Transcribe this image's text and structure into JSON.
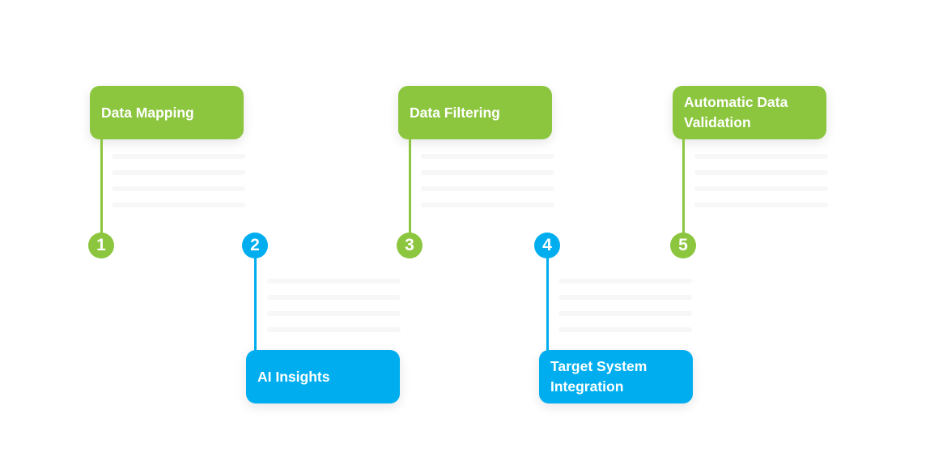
{
  "colors": {
    "green": "#8cc63f",
    "blue": "#00aeef"
  },
  "steps": [
    {
      "number": "1",
      "label": "Data Mapping",
      "color": "green",
      "position": "top"
    },
    {
      "number": "2",
      "label": "AI Insights",
      "color": "blue",
      "position": "bottom"
    },
    {
      "number": "3",
      "label": "Data Filtering",
      "color": "green",
      "position": "top"
    },
    {
      "number": "4",
      "label": "Target System Integration",
      "color": "blue",
      "position": "bottom"
    },
    {
      "number": "5",
      "label": "Automatic Data Validation",
      "color": "green",
      "position": "top"
    }
  ]
}
